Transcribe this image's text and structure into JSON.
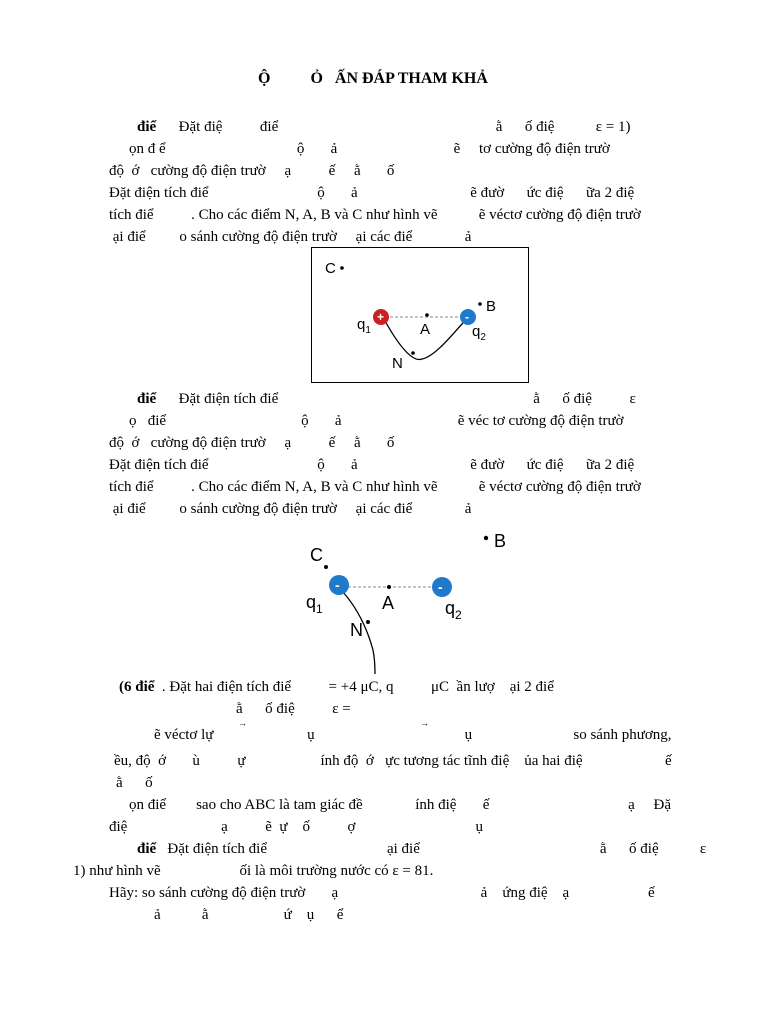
{
  "doc": {
    "title": "Ộ          Ỏ   ẤN ĐÁP THAM KHẢ",
    "p1": {
      "lines": [
        [
          "điể",
          "Đặt điệ          điể                                                          ằ      ố điệ           ε = 1)"
        ],
        [
          "",
          "ọn đ ể                                   ộ       ả                               ẽ     tơ cường độ điện trườ"
        ],
        [
          "",
          "độ  ớ   cường độ điện trườ     ạ          ế     ằ       ố"
        ],
        [
          "",
          "Đặt điện tích điể                             ộ       ả                              ẽ đườ      ức điệ      ữa 2 điệ"
        ],
        [
          "",
          "tích điể          . Cho các điểm N, A, B và C như hình vẽ           ẽ véctơ cường độ điện trườ"
        ],
        [
          "",
          " ại điể         o sánh cường độ điện trườ     ại các điể              ả"
        ]
      ]
    },
    "fig1": {
      "C": "C",
      "B": "B",
      "A": "A",
      "N": "N",
      "q1": "q",
      "q1_sub": "1",
      "q2": "q",
      "q2_sub": "2",
      "plus": "+",
      "minus": "-"
    },
    "p2": {
      "lines": [
        [
          "điể",
          "Đặt điện tích điể                                                                    ằ      ố điệ          ε"
        ],
        [
          "",
          "ọ   điể                                    ộ       ả                               ẽ véc tơ cường độ điện trườ"
        ],
        [
          "",
          "độ  ớ   cường độ điện trườ     ạ          ế     ằ       ố"
        ],
        [
          "",
          "Đặt điện tích điể                             ộ       ả                              ẽ đườ      ức điệ      ữa 2 điệ"
        ],
        [
          "",
          "tích điể          . Cho các điểm N, A, B và C như hình vẽ           ẽ véctơ cường độ điện trườ"
        ],
        [
          "",
          " ại điể         o sánh cường độ điện trườ     ại các điể              ả"
        ]
      ]
    },
    "fig2": {
      "C": "C",
      "B": "B",
      "A": "A",
      "N": "N",
      "q1": "q",
      "q1_sub": "1",
      "q2": "q",
      "q2_sub": "2",
      "minus1": "-",
      "minus2": "-"
    },
    "p3": {
      "l1_bold": "(6 điể",
      "l1_rest": "  . Đặt hai điện tích điể          = +4 μC, q          μC  ần lượ    ại 2 điể",
      "l2": "ằ      ố điệ          ε =",
      "l3": "ẽ véctơ lự                         ụ                                        ụ                           so sánh phương,",
      "l4": "ều, độ  ớ       ù          ự                    ính độ  ớ   ực tương tác tĩnh điệ    ủa hai điệ                      ế",
      "l5": "ằ      ố",
      "l6": "ọn điể        sao cho ABC là tam giác đề              ính điệ       ế                                     ạ     Đặ",
      "l7": "điệ                         ạ          ẽ  ự    ố          ợ                                ụ",
      "l8_bold": "điể",
      "l8_rest": "   Đặt điện tích điể                                ại điể                                                ằ      ố điệ           ε",
      "l9": "1) như hình vẽ                     ối là môi trường nước có ε = 81.",
      "l10": "Hãy: so sánh cường độ điện trườ       ạ                                      ả    ứng điệ    ạ                     ế",
      "l11": "ả           ằ                    ứ    ụ      ể"
    }
  }
}
